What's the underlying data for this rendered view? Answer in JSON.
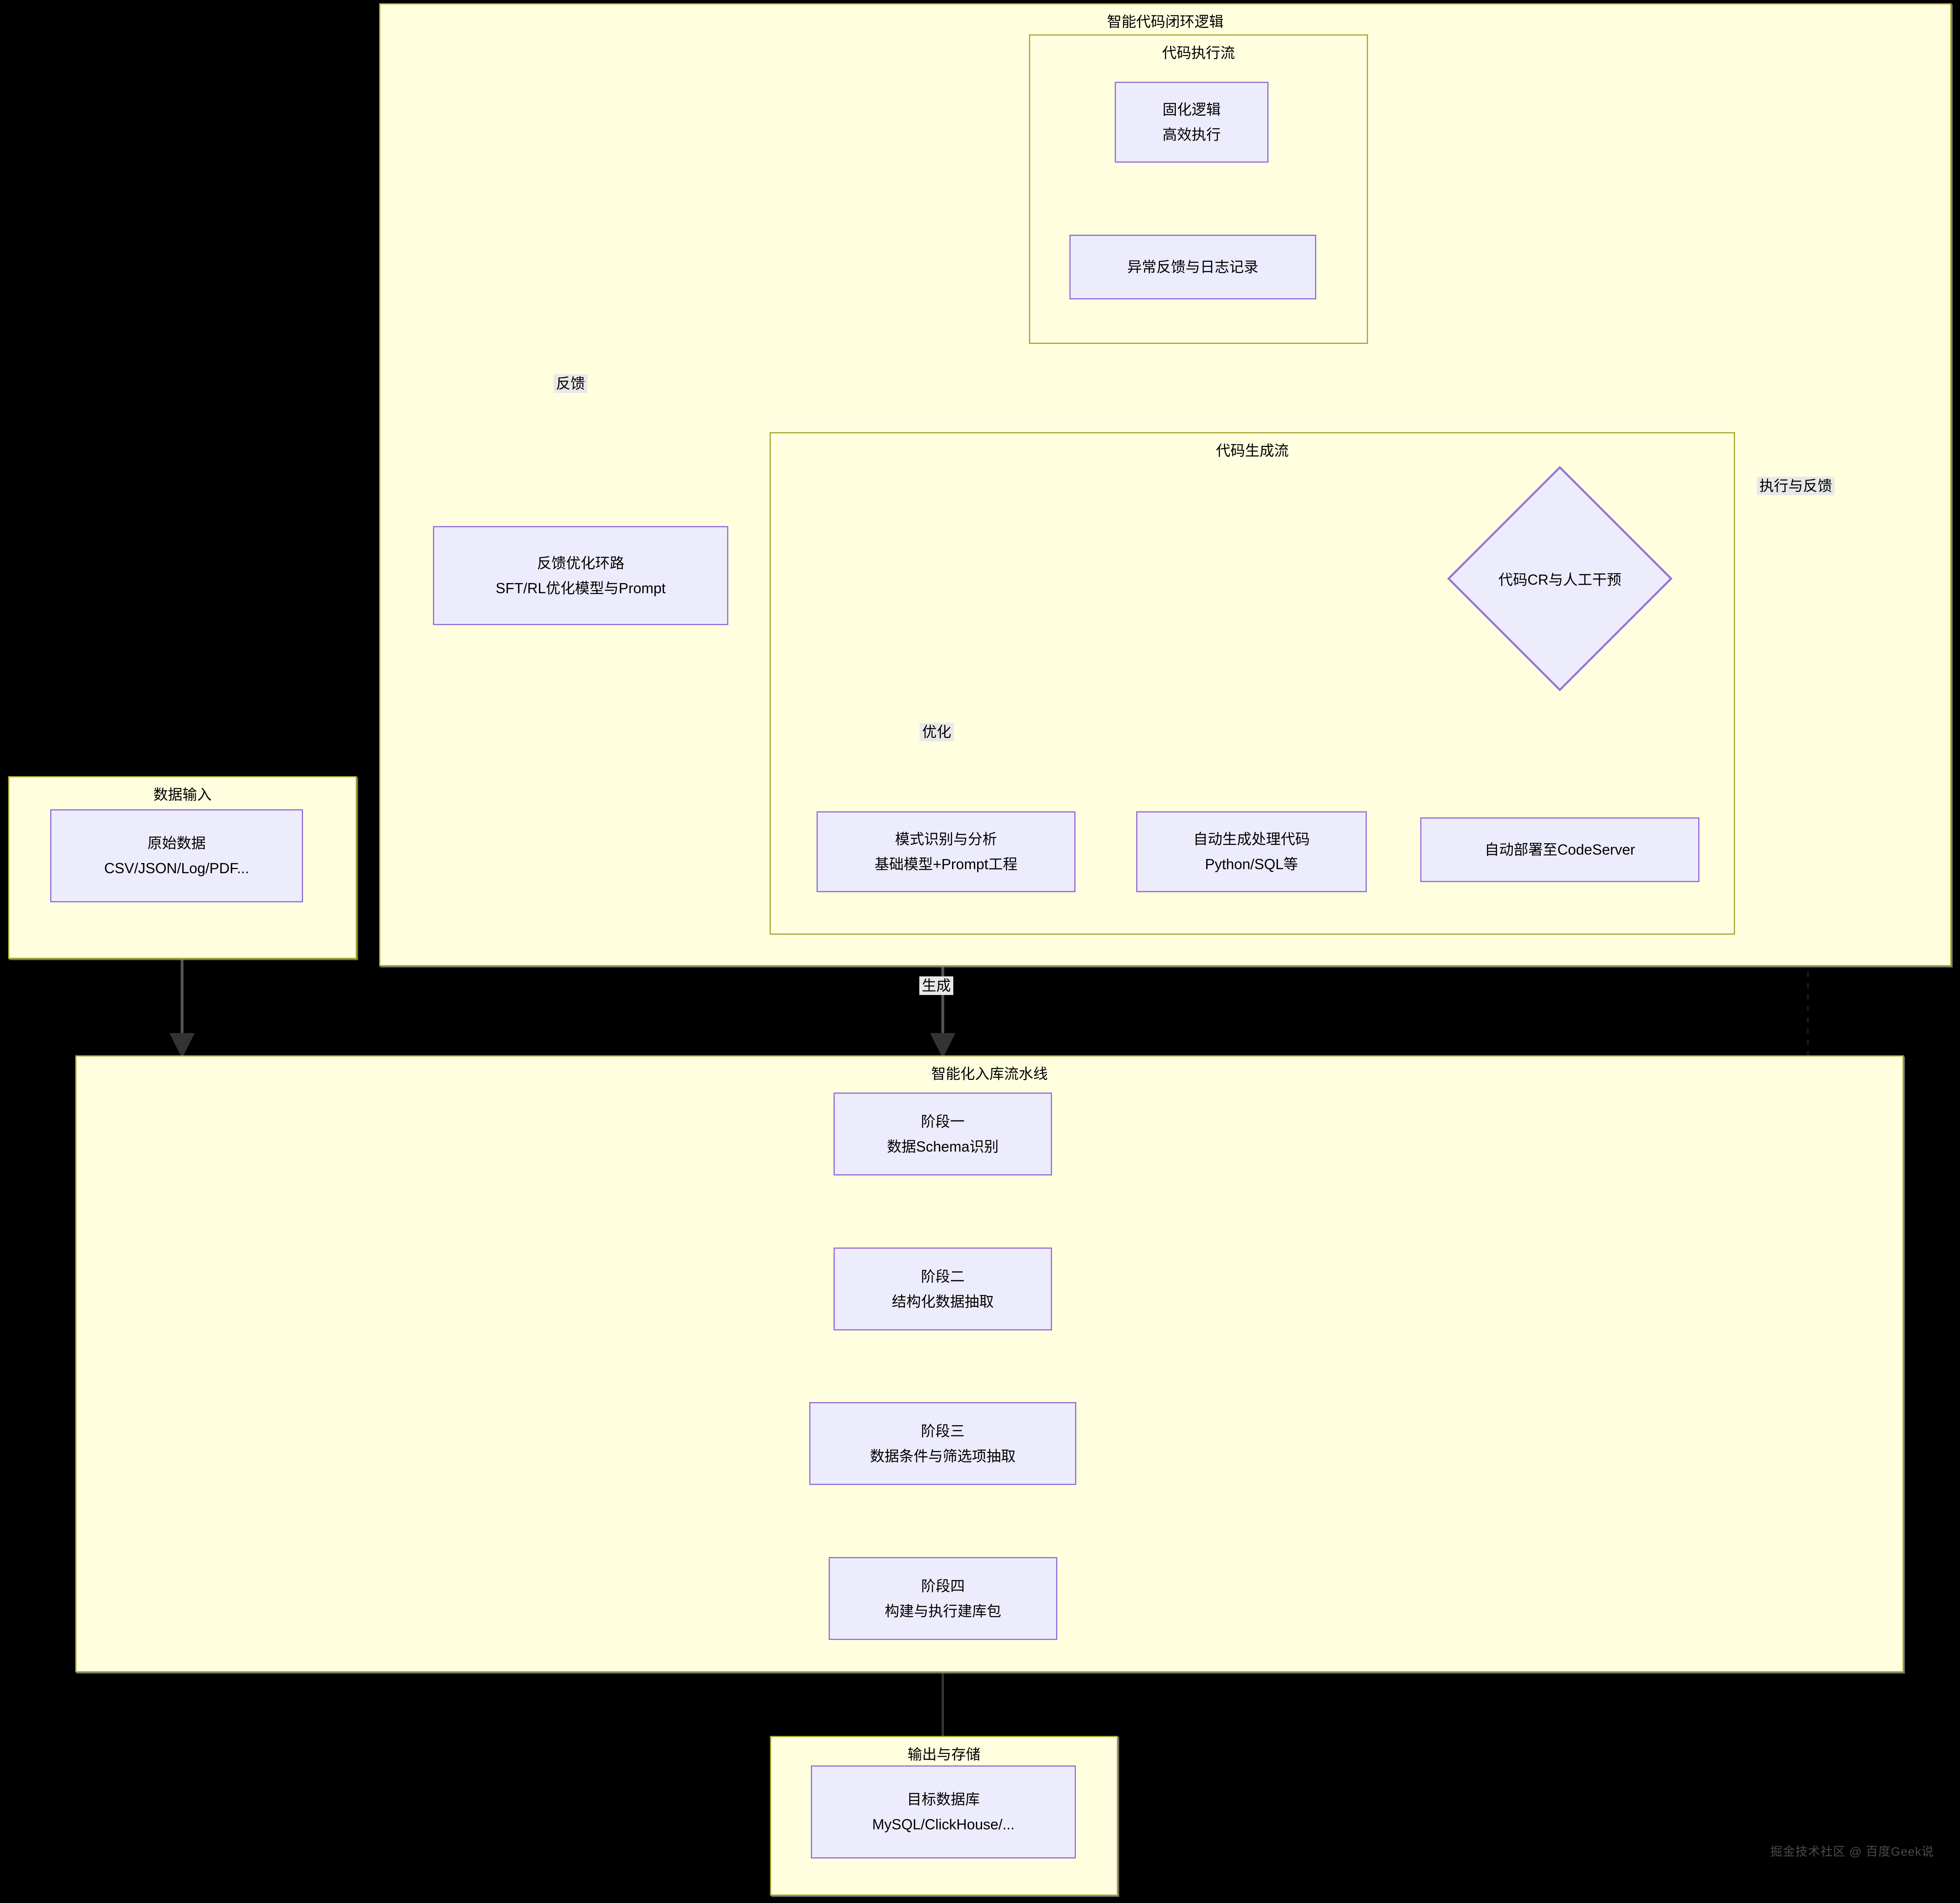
{
  "diagram": {
    "type": "flowchart",
    "background": "#000000",
    "group_fill": "#ffffe0",
    "group_stroke": "#aaaa33",
    "node_fill": "#ececfd",
    "node_stroke": "#9673d6",
    "edge_color": "#333333",
    "edge_label_bg": "#e8e8e8"
  },
  "groups": {
    "smart_code_loop": {
      "title": "智能代码闭环逻辑"
    },
    "code_exec_flow": {
      "title": "代码执行流"
    },
    "code_gen_flow": {
      "title": "代码生成流"
    },
    "data_input": {
      "title": "数据输入"
    },
    "pipeline": {
      "title": "智能化入库流水线"
    },
    "output_storage": {
      "title": "输出与存储"
    }
  },
  "nodes": {
    "solidified_logic": {
      "line1": "固化逻辑",
      "line2": "高效执行"
    },
    "exception_feedback": {
      "line1": "异常反馈与日志记录",
      "line2": ""
    },
    "feedback_loop": {
      "line1": "反馈优化环路",
      "line2": "SFT/RL优化模型与Prompt"
    },
    "pattern_recognition": {
      "line1": "模式识别与分析",
      "line2": "基础模型+Prompt工程"
    },
    "auto_gen_code": {
      "line1": "自动生成处理代码",
      "line2": "Python/SQL等"
    },
    "auto_deploy": {
      "line1": "自动部署至CodeServer",
      "line2": ""
    },
    "code_cr": {
      "label": "代码CR与人工干预"
    },
    "raw_data": {
      "line1": "原始数据",
      "line2": "CSV/JSON/Log/PDF..."
    },
    "stage_one": {
      "line1": "阶段一",
      "line2": "数据Schema识别"
    },
    "stage_two": {
      "line1": "阶段二",
      "line2": "结构化数据抽取"
    },
    "stage_three": {
      "line1": "阶段三",
      "line2": "数据条件与筛选项抽取"
    },
    "stage_four": {
      "line1": "阶段四",
      "line2": "构建与执行建库包"
    },
    "target_db": {
      "line1": "目标数据库",
      "line2": "MySQL/ClickHouse/..."
    }
  },
  "edge_labels": {
    "feedback": "反馈",
    "optimize": "优化",
    "exec_and_feedback": "执行与反馈",
    "generate": "生成"
  },
  "watermark": {
    "text": "掘金技术社区 @ 百度Geek说"
  }
}
